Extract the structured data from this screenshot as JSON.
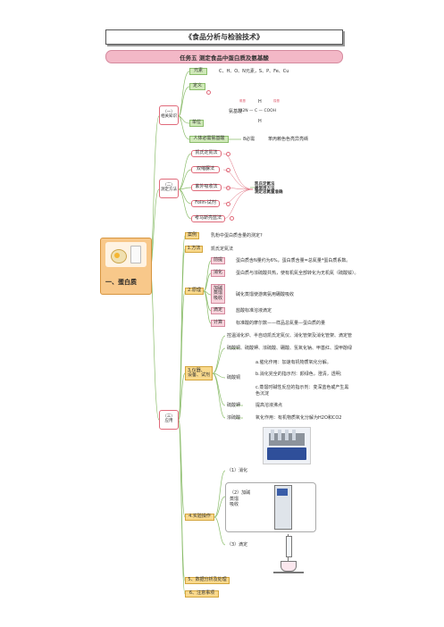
{
  "header": {
    "title": "《食品分析与检验技术》",
    "subtitle": "任务五 测定食品中蛋白质及氨基酸"
  },
  "root": {
    "label": "一、蛋白质"
  },
  "sec1": {
    "label": "（一）\n相关知识",
    "yuansu": {
      "label": "元素",
      "text": "C、H、O、N元素，S、P、Fe、Cu"
    },
    "dingyi": {
      "label": "定义",
      "amino_label": "氨基酸",
      "formula_top": "H",
      "formula_mid": "H2N — C — COOH",
      "formula_bot": "H",
      "side_l": "氨基",
      "side_r": "羧基"
    },
    "danwei": {
      "label": "单位"
    },
    "essential": {
      "label": "人体必需氨基酸",
      "count": "8必需",
      "text": "苯丙赖色色亮异亮缬"
    }
  },
  "sec2": {
    "label": "（二）\n测定方法",
    "methods": [
      "凯氏定氮法",
      "双缩脲法",
      "紫外吸收法",
      "Folin-试剂",
      "考马斯亮蓝法"
    ],
    "note": "凯氏定氮法\n最常用方法\n测定总氮量准确"
  },
  "sec3": {
    "label": "（三）\n应用",
    "case": {
      "label": "案例",
      "text": "乳粉中蛋白质含量的测定?"
    },
    "method": {
      "label": "1.方法",
      "text": "凯氏定氮法"
    },
    "principle": {
      "label": "2.原理",
      "rows": [
        {
          "k": "前提",
          "v": "蛋白质含N量约为6%，蛋白质含量=总氮量*蛋白质系数。"
        },
        {
          "k": "消化",
          "v": "蛋白质与浓硫酸共热，使有机氮全部转化为无机氮（硫酸铵）。"
        },
        {
          "k": "加碱\n蒸馏\n吸收",
          "v": "碱化蒸馏使游离氨用硼酸吸收"
        },
        {
          "k": "滴定",
          "v": "盐酸标准溶液滴定"
        },
        {
          "k": "计算",
          "v": "标准酸的摩尔数——样品总氮量—蛋白质的量"
        }
      ]
    },
    "instruments": {
      "label": "3.仪器、\n设备、试剂",
      "line1": "控温消化炉、半自动凯氏定氮仪、消化管架及消化管架、滴定管",
      "line2": "硫酸铜、硫酸钾、浓硫酸、硼酸、氢氧化钠、甲基红、溴甲酚绿",
      "cuso4": {
        "label": "硫酸铜",
        "items": [
          "a.催化作用：加速有机物质氧化分解。",
          "b.消化完全的指示剂：颜绿色，澄清，透明;",
          "c.蒸馏时碱性反应的指示剂：变深蓝色或产生黑\n色沉淀"
        ]
      },
      "k2so4": {
        "label": "硫酸钾",
        "text": "提高溶液沸点"
      },
      "h2so4": {
        "label": "浓硫酸",
        "text": "氧化作用：有机物质氧化分解为H2O和CO2"
      }
    },
    "operation": {
      "label": "4.实验操作",
      "steps": [
        "（1）消化",
        "（2）加碱\n蒸馏\n吸收",
        "（3）滴定"
      ]
    },
    "data": {
      "label": "5、数据分析及处理"
    },
    "notes": {
      "label": "6、注意事项"
    }
  },
  "colors": {
    "green": "#cfe9b8",
    "pink": "#f7d3dc",
    "orange": "#f9d98c",
    "line": "#8bbd6b",
    "accent": "#e06a7a"
  }
}
